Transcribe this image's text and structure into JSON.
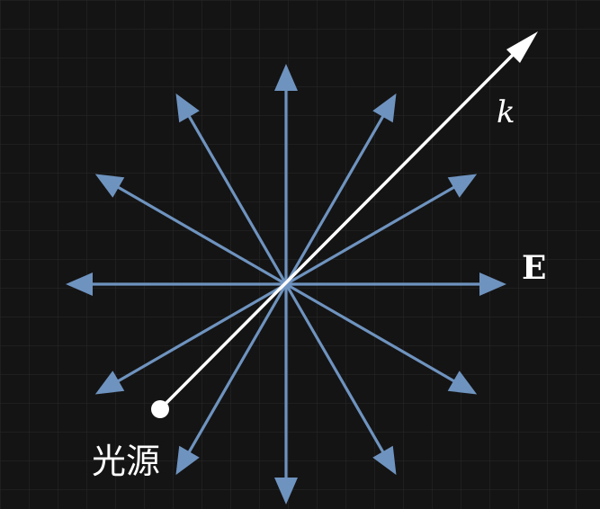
{
  "diagram": {
    "labels": {
      "wave_vector": "k",
      "field": "E",
      "source": "光源"
    },
    "colors": {
      "background": "#141414",
      "grid": "#2a2a2a",
      "field_arrows": "#6f93bf",
      "wave_vector": "#ffffff",
      "text": "#ffffff"
    },
    "field_arrow_count": 12,
    "icons": {
      "source_marker": "source-dot-icon"
    }
  }
}
